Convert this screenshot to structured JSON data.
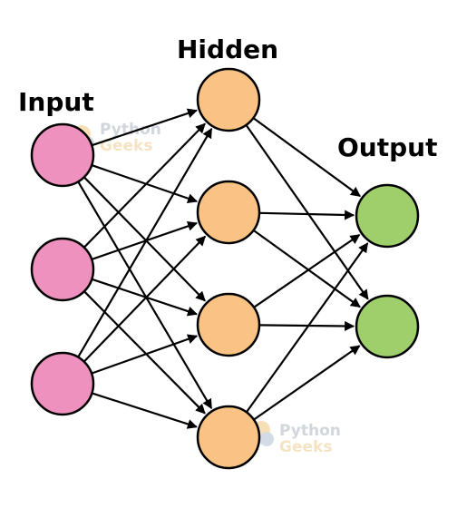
{
  "labels": {
    "input": "Input",
    "hidden": "Hidden",
    "output": "Output"
  },
  "watermark": {
    "line1": "Python",
    "line2": "Geeks"
  },
  "colors": {
    "input_node": "#ee91bf",
    "hidden_node": "#fac384",
    "output_node": "#9fcf6b",
    "stroke": "#000000",
    "watermark_line1": "#c6cbd4",
    "watermark_line2": "#f3dcb3"
  },
  "layers": {
    "input_count": 3,
    "hidden_count": 4,
    "output_count": 2
  }
}
